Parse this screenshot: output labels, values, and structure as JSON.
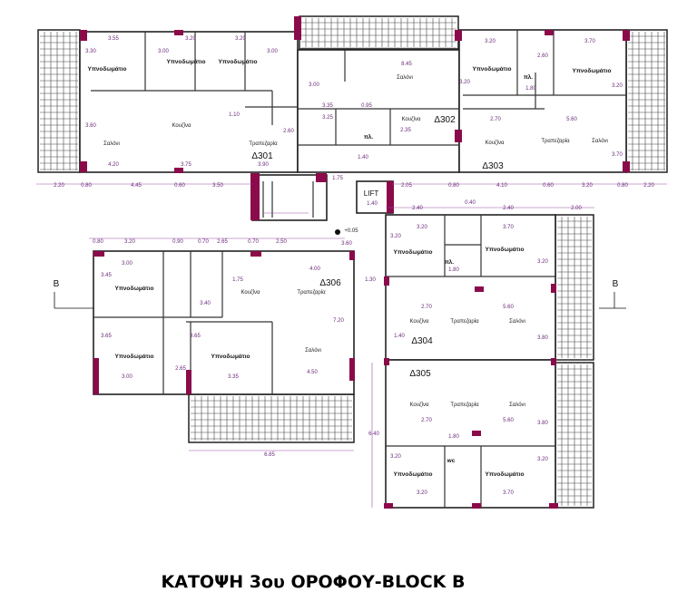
{
  "title": "ΚΑΤΟΨΗ 3ου ΟΡΟΦΟΥ-BLOCK B",
  "colors": {
    "pillar": "#8b0a4a",
    "dimension": "#9a4aa8",
    "wall": "#222222"
  },
  "units": {
    "d301": {
      "id": "Δ301",
      "bed1": "Υπνοδωμάτιο",
      "bed2": "Υπνοδωμάτιο",
      "bed3": "Υπνοδωμάτιο",
      "kitchen": "Κουζίνα",
      "living": "Σαλόνι",
      "dining": "Τραπεζαρία"
    },
    "d302": {
      "id": "Δ302",
      "living": "Σαλόνι",
      "kitchen": "Κουζίνα",
      "storage": "πλ."
    },
    "d303": {
      "id": "Δ303",
      "bed1": "Υπνοδωμάτιο",
      "bed2": "Υπνοδωμάτιο",
      "kitchen": "Κουζίνα",
      "dining": "Τραπεζαρία",
      "living": "Σαλόνι",
      "storage": "πλ."
    },
    "d304": {
      "id": "Δ304",
      "bed1": "Υπνοδωμάτιο",
      "bed2": "Υπνοδωμάτιο",
      "kitchen": "Κουζίνα",
      "dining": "Τραπεζαρία",
      "living": "Σαλόνι",
      "storage": "πλ."
    },
    "d305": {
      "id": "Δ305",
      "bed1": "Υπνοδωμάτιο",
      "bed2": "Υπνοδωμάτιο",
      "kitchen": "Κουζίνα",
      "dining": "Τραπεζαρία",
      "living": "Σαλόνι",
      "wc": "wc"
    },
    "d306": {
      "id": "Δ306",
      "bed1": "Υπνοδωμάτιο",
      "bed2": "Υπνοδωμάτιο",
      "bed3": "Υπνοδωμάτιο",
      "kitchen": "Κουζίνα",
      "dining": "Τραπεζαρία",
      "living": "Σαλόνι"
    }
  },
  "core": {
    "lift": "LIFT",
    "lift_dim": "1.40",
    "level": "+0.05",
    "section_left": "B",
    "section_right": "B"
  },
  "dimensions": {
    "top_row": [
      "2.20",
      "0.80",
      "4.45",
      "0.60",
      "3.50",
      "1.75",
      "2.05",
      "0.80",
      "4.10",
      "0.60",
      "3.20",
      "0.80",
      "2.20"
    ],
    "d301": [
      "3.55",
      "3.20",
      "3.20",
      "3.30",
      "3.00",
      "3.00",
      "3.60",
      "4.20",
      "3.75",
      "3.90",
      "1.10",
      "2.60"
    ],
    "d302": [
      "8.45",
      "3.00",
      "3.35",
      "0.95",
      "3.25",
      "2.35",
      "1.40"
    ],
    "d303": [
      "3.20",
      "3.70",
      "3.20",
      "3.20",
      "1.80",
      "2.70",
      "5.60",
      "3.70",
      "2.60"
    ],
    "d306_top": [
      "0.80",
      "3.20",
      "0.90",
      "0.70",
      "2.65",
      "0.70",
      "2.50",
      "3.60"
    ],
    "d306": [
      "3.00",
      "3.45",
      "3.65",
      "3.00",
      "3.35",
      "3.65",
      "2.65",
      "4.00",
      "3.40",
      "7.20",
      "4.50",
      "6.85",
      "1.30",
      "1.75"
    ],
    "d304": [
      "3.20",
      "3.70",
      "3.20",
      "3.20",
      "1.80",
      "2.70",
      "5.60",
      "3.80",
      "1.40"
    ],
    "d305": [
      "2.70",
      "5.60",
      "3.80",
      "1.80",
      "3.20",
      "3.70",
      "3.20",
      "3.20",
      "6.40"
    ],
    "right_top": [
      "2.40",
      "0.40",
      "2.40",
      "2.00"
    ]
  }
}
